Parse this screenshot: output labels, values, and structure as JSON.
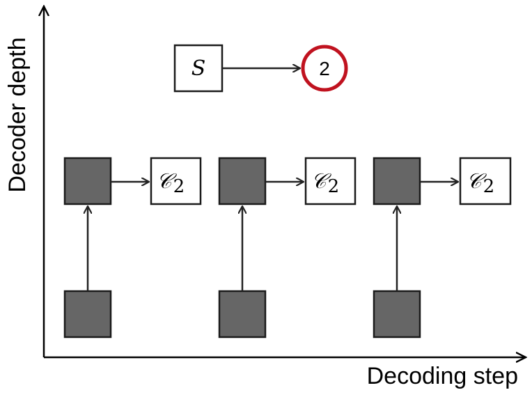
{
  "axes": {
    "x_label": "Decoding step",
    "y_label": "Decoder depth"
  },
  "top_node": {
    "label": "S"
  },
  "result_node": {
    "value": "2",
    "ring_color": "#c0121f"
  },
  "columns": [
    {
      "output_symbol": "𝒞",
      "output_subscript": "2"
    },
    {
      "output_symbol": "𝒞",
      "output_subscript": "2"
    },
    {
      "output_symbol": "𝒞",
      "output_subscript": "2"
    }
  ],
  "colors": {
    "hidden_state_fill": "#666666",
    "outline": "#1a1a1a"
  }
}
